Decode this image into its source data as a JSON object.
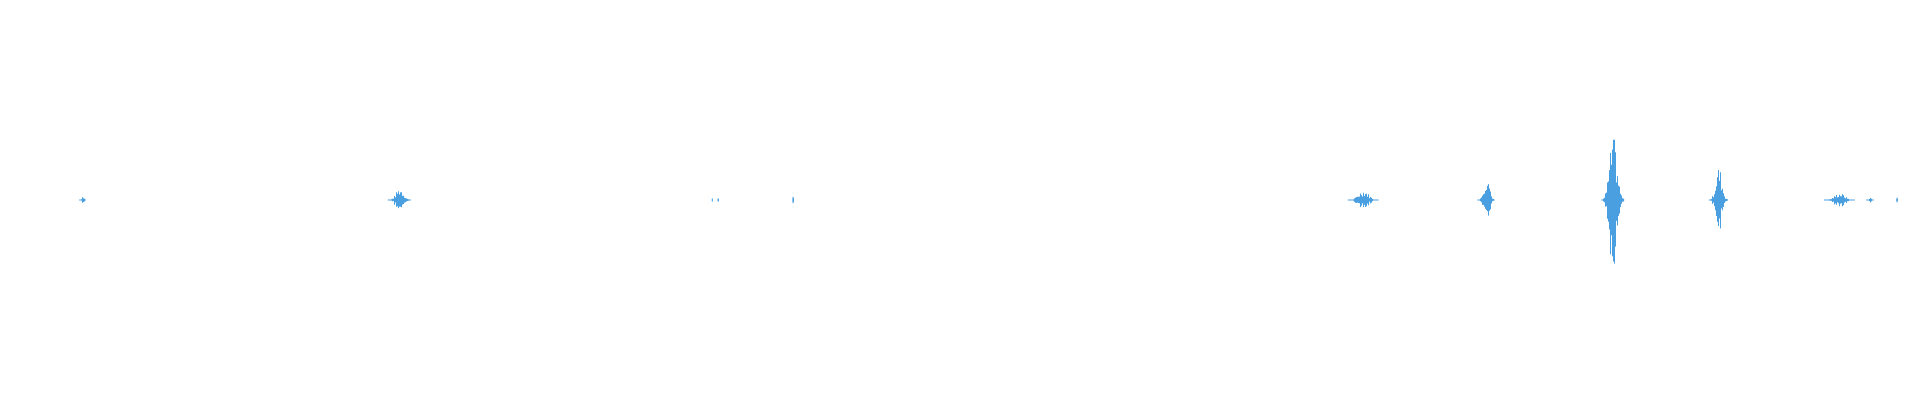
{
  "waveform": {
    "color": "#4a9fe0",
    "background": "#ffffff",
    "baseline": "center",
    "segments": [
      {
        "time": 0.043,
        "amplitude": 0.012,
        "span": 0.0035
      },
      {
        "time": 0.208,
        "amplitude": 0.03,
        "span": 0.012
      },
      {
        "time": 0.371,
        "amplitude": 0.004,
        "span": 0.0005
      },
      {
        "time": 0.374,
        "amplitude": 0.004,
        "span": 0.0005
      },
      {
        "time": 0.413,
        "amplitude": 0.008,
        "span": 0.0008
      },
      {
        "time": 0.71,
        "amplitude": 0.025,
        "span": 0.016
      },
      {
        "time": 0.774,
        "amplitude": 0.06,
        "span": 0.009
      },
      {
        "time": 0.84,
        "amplitude": 0.16,
        "span": 0.012
      },
      {
        "time": 0.895,
        "amplitude": 0.085,
        "span": 0.01
      },
      {
        "time": 0.958,
        "amplitude": 0.018,
        "span": 0.016
      },
      {
        "time": 0.974,
        "amplitude": 0.006,
        "span": 0.004
      },
      {
        "time": 0.988,
        "amplitude": 0.006,
        "span": 0.001
      }
    ]
  }
}
